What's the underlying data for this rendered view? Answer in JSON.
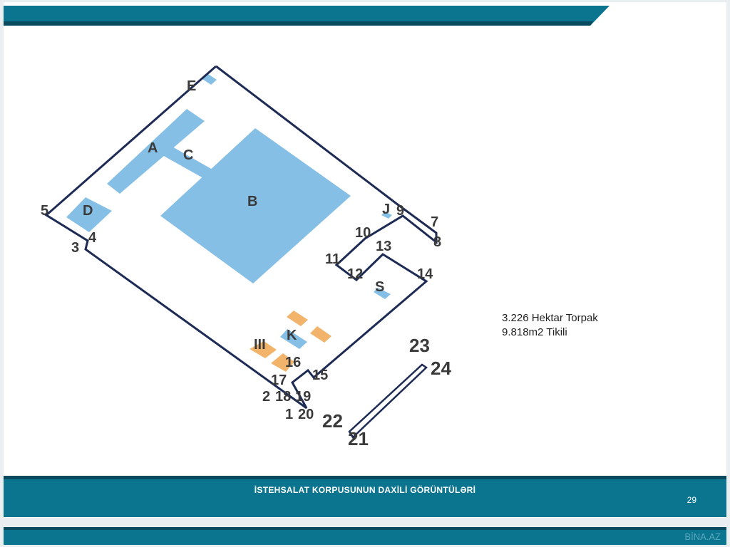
{
  "footer": {
    "title": "İSTEHSALAT KORPUSUNUN DAXİLİ GÖRÜNTÜLƏRİ",
    "page_number": "29",
    "watermark": "BİNA.AZ"
  },
  "info": {
    "land": "3.226 Hektar Torpak",
    "building": "9.818m2 Tikili"
  },
  "buildings": [
    "A",
    "B",
    "C",
    "D",
    "E",
    "J",
    "K",
    "S",
    "III"
  ],
  "points": [
    "1",
    "2",
    "3",
    "4",
    "5",
    "7",
    "8",
    "9",
    "10",
    "11",
    "12",
    "13",
    "14",
    "15",
    "16",
    "17",
    "18",
    "19",
    "20",
    "21",
    "22",
    "23",
    "24"
  ],
  "colors": {
    "header": "#0b7590",
    "building": "#86bfe6",
    "annex": "#f2b36b",
    "outline": "#1d2b55"
  }
}
